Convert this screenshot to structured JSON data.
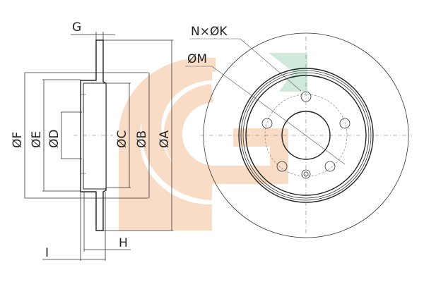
{
  "diagram": {
    "title": "Brake disc dimension drawing",
    "labels": {
      "F": "ØF",
      "E": "ØE",
      "D": "ØD",
      "C": "ØC",
      "B": "ØB",
      "A": "ØA",
      "G": "G",
      "H": "H",
      "I": "I",
      "NK": "N×ØK",
      "M": "ØM"
    },
    "colors": {
      "watermark_orange": "#f8dcc6",
      "watermark_green": "#cfeadb",
      "line": "#222222"
    }
  }
}
